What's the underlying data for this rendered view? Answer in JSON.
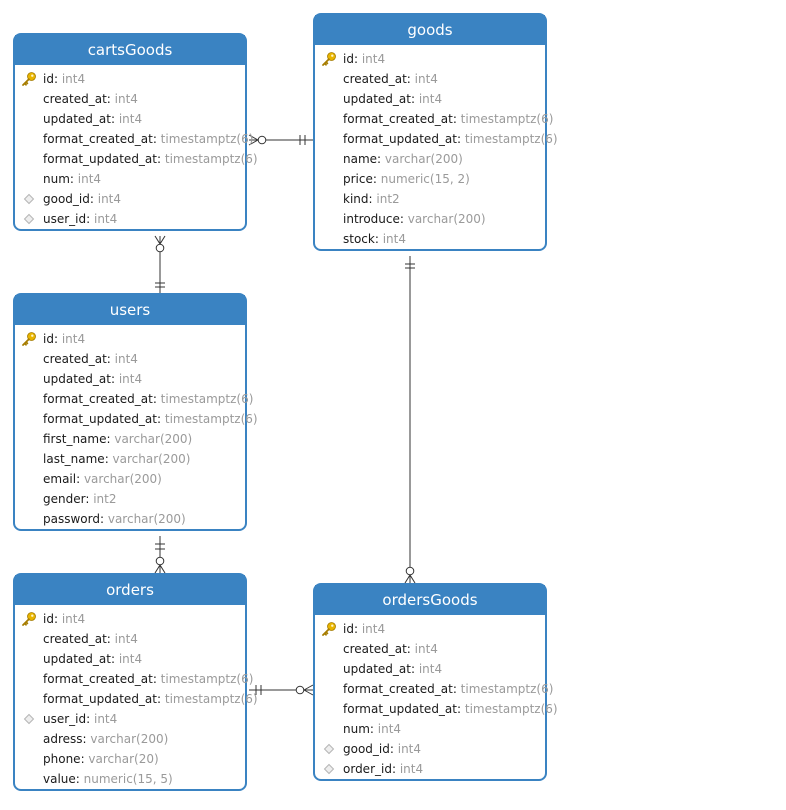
{
  "tables": [
    {
      "id": "cartsGoods",
      "name": "cartsGoods",
      "fields": [
        {
          "name": "id",
          "type": "int4",
          "key": "primary"
        },
        {
          "name": "created_at",
          "type": "int4",
          "key": ""
        },
        {
          "name": "updated_at",
          "type": "int4",
          "key": ""
        },
        {
          "name": "format_created_at",
          "type": "timestamptz(6)",
          "key": ""
        },
        {
          "name": "format_updated_at",
          "type": "timestamptz(6)",
          "key": ""
        },
        {
          "name": "num",
          "type": "int4",
          "key": ""
        },
        {
          "name": "good_id",
          "type": "int4",
          "key": "foreign"
        },
        {
          "name": "user_id",
          "type": "int4",
          "key": "foreign"
        }
      ]
    },
    {
      "id": "goods",
      "name": "goods",
      "fields": [
        {
          "name": "id",
          "type": "int4",
          "key": "primary"
        },
        {
          "name": "created_at",
          "type": "int4",
          "key": ""
        },
        {
          "name": "updated_at",
          "type": "int4",
          "key": ""
        },
        {
          "name": "format_created_at",
          "type": "timestamptz(6)",
          "key": ""
        },
        {
          "name": "format_updated_at",
          "type": "timestamptz(6)",
          "key": ""
        },
        {
          "name": "name",
          "type": "varchar(200)",
          "key": ""
        },
        {
          "name": "price",
          "type": "numeric(15, 2)",
          "key": ""
        },
        {
          "name": "kind",
          "type": "int2",
          "key": ""
        },
        {
          "name": "introduce",
          "type": "varchar(200)",
          "key": ""
        },
        {
          "name": "stock",
          "type": "int4",
          "key": ""
        }
      ]
    },
    {
      "id": "users",
      "name": "users",
      "fields": [
        {
          "name": "id",
          "type": "int4",
          "key": "primary"
        },
        {
          "name": "created_at",
          "type": "int4",
          "key": ""
        },
        {
          "name": "updated_at",
          "type": "int4",
          "key": ""
        },
        {
          "name": "format_created_at",
          "type": "timestamptz(6)",
          "key": ""
        },
        {
          "name": "format_updated_at",
          "type": "timestamptz(6)",
          "key": ""
        },
        {
          "name": "first_name",
          "type": "varchar(200)",
          "key": ""
        },
        {
          "name": "last_name",
          "type": "varchar(200)",
          "key": ""
        },
        {
          "name": "email",
          "type": "varchar(200)",
          "key": ""
        },
        {
          "name": "gender",
          "type": "int2",
          "key": ""
        },
        {
          "name": "password",
          "type": "varchar(200)",
          "key": ""
        }
      ]
    },
    {
      "id": "orders",
      "name": "orders",
      "fields": [
        {
          "name": "id",
          "type": "int4",
          "key": "primary"
        },
        {
          "name": "created_at",
          "type": "int4",
          "key": ""
        },
        {
          "name": "updated_at",
          "type": "int4",
          "key": ""
        },
        {
          "name": "format_created_at",
          "type": "timestamptz(6)",
          "key": ""
        },
        {
          "name": "format_updated_at",
          "type": "timestamptz(6)",
          "key": ""
        },
        {
          "name": "user_id",
          "type": "int4",
          "key": "foreign"
        },
        {
          "name": "adress",
          "type": "varchar(200)",
          "key": ""
        },
        {
          "name": "phone",
          "type": "varchar(20)",
          "key": ""
        },
        {
          "name": "value",
          "type": "numeric(15, 5)",
          "key": ""
        }
      ]
    },
    {
      "id": "ordersGoods",
      "name": "ordersGoods",
      "fields": [
        {
          "name": "id",
          "type": "int4",
          "key": "primary"
        },
        {
          "name": "created_at",
          "type": "int4",
          "key": ""
        },
        {
          "name": "updated_at",
          "type": "int4",
          "key": ""
        },
        {
          "name": "format_created_at",
          "type": "timestamptz(6)",
          "key": ""
        },
        {
          "name": "format_updated_at",
          "type": "timestamptz(6)",
          "key": ""
        },
        {
          "name": "num",
          "type": "int4",
          "key": ""
        },
        {
          "name": "good_id",
          "type": "int4",
          "key": "foreign"
        },
        {
          "name": "order_id",
          "type": "int4",
          "key": "foreign"
        }
      ]
    }
  ],
  "relationships": [
    {
      "from": "goods",
      "to": "cartsGoods",
      "from_card": "one",
      "to_card": "zero-or-many"
    },
    {
      "from": "users",
      "to": "cartsGoods",
      "from_card": "one",
      "to_card": "zero-or-many"
    },
    {
      "from": "users",
      "to": "orders",
      "from_card": "one",
      "to_card": "zero-or-many"
    },
    {
      "from": "goods",
      "to": "ordersGoods",
      "from_card": "one",
      "to_card": "zero-or-many"
    },
    {
      "from": "orders",
      "to": "ordersGoods",
      "from_card": "one",
      "to_card": "zero-or-many"
    }
  ],
  "colors": {
    "header": "#3a83c2",
    "border": "#3a83c2",
    "header_text": "#ffffff",
    "field_name": "#1a1a1a",
    "field_type": "#9a9a9a",
    "connector": "#333333",
    "primary_key_icon": "#e8b400",
    "foreign_key_icon": "#b5b5b5"
  }
}
